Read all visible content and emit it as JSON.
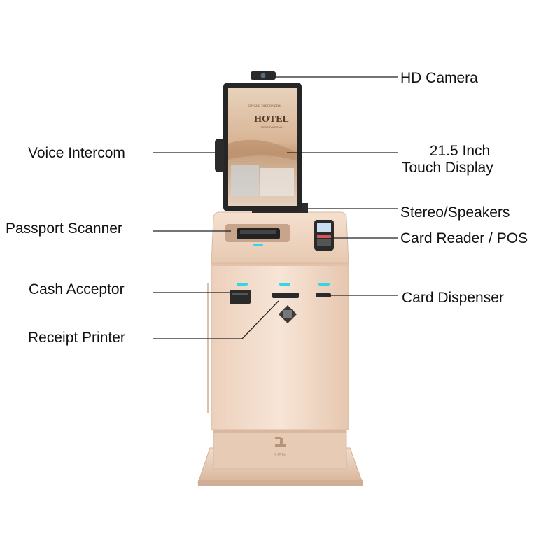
{
  "screen": {
    "brand": "HOTEL",
    "brand_small_top": "SINGLE DISCOVERY",
    "brand_small_bottom": "RESERVATIONS"
  },
  "logo": {
    "text": "LIEN"
  },
  "callouts": {
    "hd_camera": "HD Camera",
    "touch_display_line1": "21.5 Inch",
    "touch_display_line2": "Touch Display",
    "voice_intercom": "Voice Intercom",
    "stereo_speakers": "Stereo/Speakers",
    "passport_scanner": "Passport Scanner",
    "card_reader_pos": "Card Reader / POS",
    "cash_acceptor": "Cash Acceptor",
    "card_dispenser": "Card Dispenser",
    "receipt_printer": "Receipt Printer"
  },
  "colors": {
    "body": "#f3dccb",
    "body_shadow": "#e3c3ab",
    "base": "#e9cfbb",
    "indicator": "#33d6e8",
    "dark": "#2b2b2b"
  }
}
